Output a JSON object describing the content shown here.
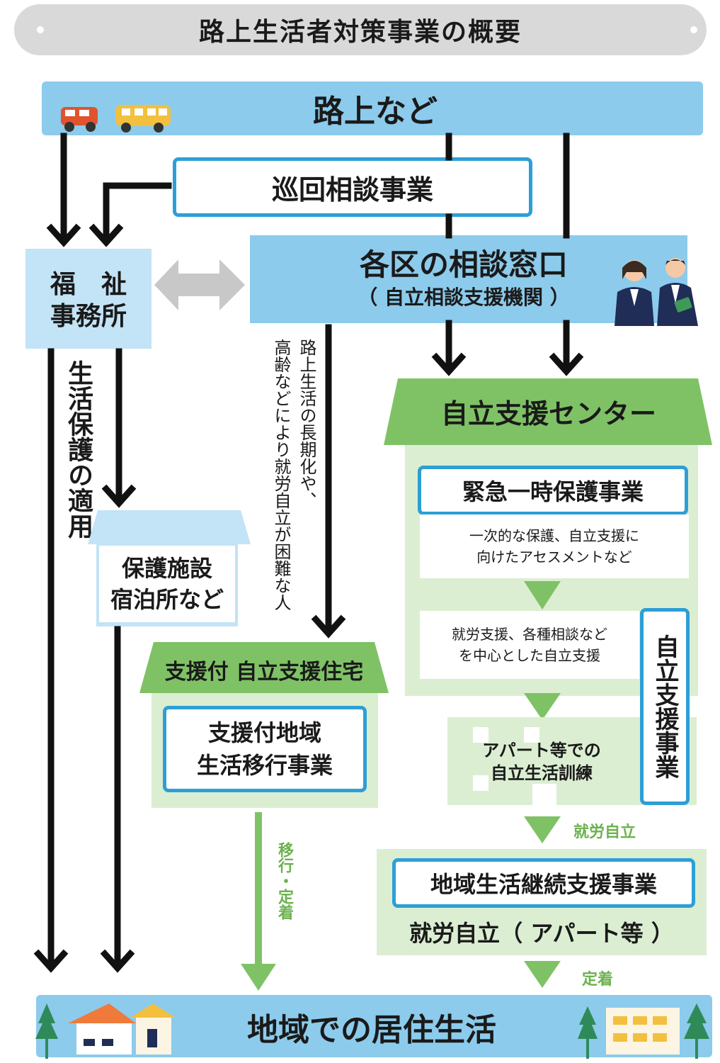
{
  "title": "路上生活者対策事業の概要",
  "street": {
    "label": "路上など"
  },
  "outreach": {
    "label": "巡回相談事業"
  },
  "ward_desk": {
    "label": "各区の相談窓口",
    "sub": "（ 自立相談支援機関 ）"
  },
  "welfare_office": {
    "line1": "福　祉",
    "line2": "事務所"
  },
  "livelihood_label": "生活保護の適用",
  "protection_facility": {
    "line1": "保護施設",
    "line2": "宿泊所など"
  },
  "long_term_note": {
    "line1": "路上生活の長期化や、",
    "line2": "高齢などにより就労自立が困難な人"
  },
  "support_housing": {
    "roof": "支援付 自立支援住宅",
    "program_line1": "支援付地域",
    "program_line2": "生活移行事業"
  },
  "transition_label": "移行・定着",
  "center": {
    "roof": "自立支援センター",
    "emergency": "緊急一時保護事業",
    "assessment_line1": "一次的な保護、自立支援に",
    "assessment_line2": "向けたアセスメントなど",
    "employment_line1": "就労支援、各種相談など",
    "employment_line2": "を中心とした自立支援",
    "apartment_line1": "アパート等での",
    "apartment_line2": "自立生活訓練",
    "self_reliance_program": "自立支援事業"
  },
  "employment_label": "就労自立",
  "continuation": {
    "program": "地域生活継続支援事業",
    "result": "就労自立（ アパート等 ）"
  },
  "settle_label": "定着",
  "community": {
    "label": "地域での居住生活"
  },
  "colors": {
    "blue": "#8ccbec",
    "light_blue": "#c3e3f6",
    "green": "#7fc266",
    "light_green": "#dbeed2",
    "outline": "#2d9fd6"
  }
}
